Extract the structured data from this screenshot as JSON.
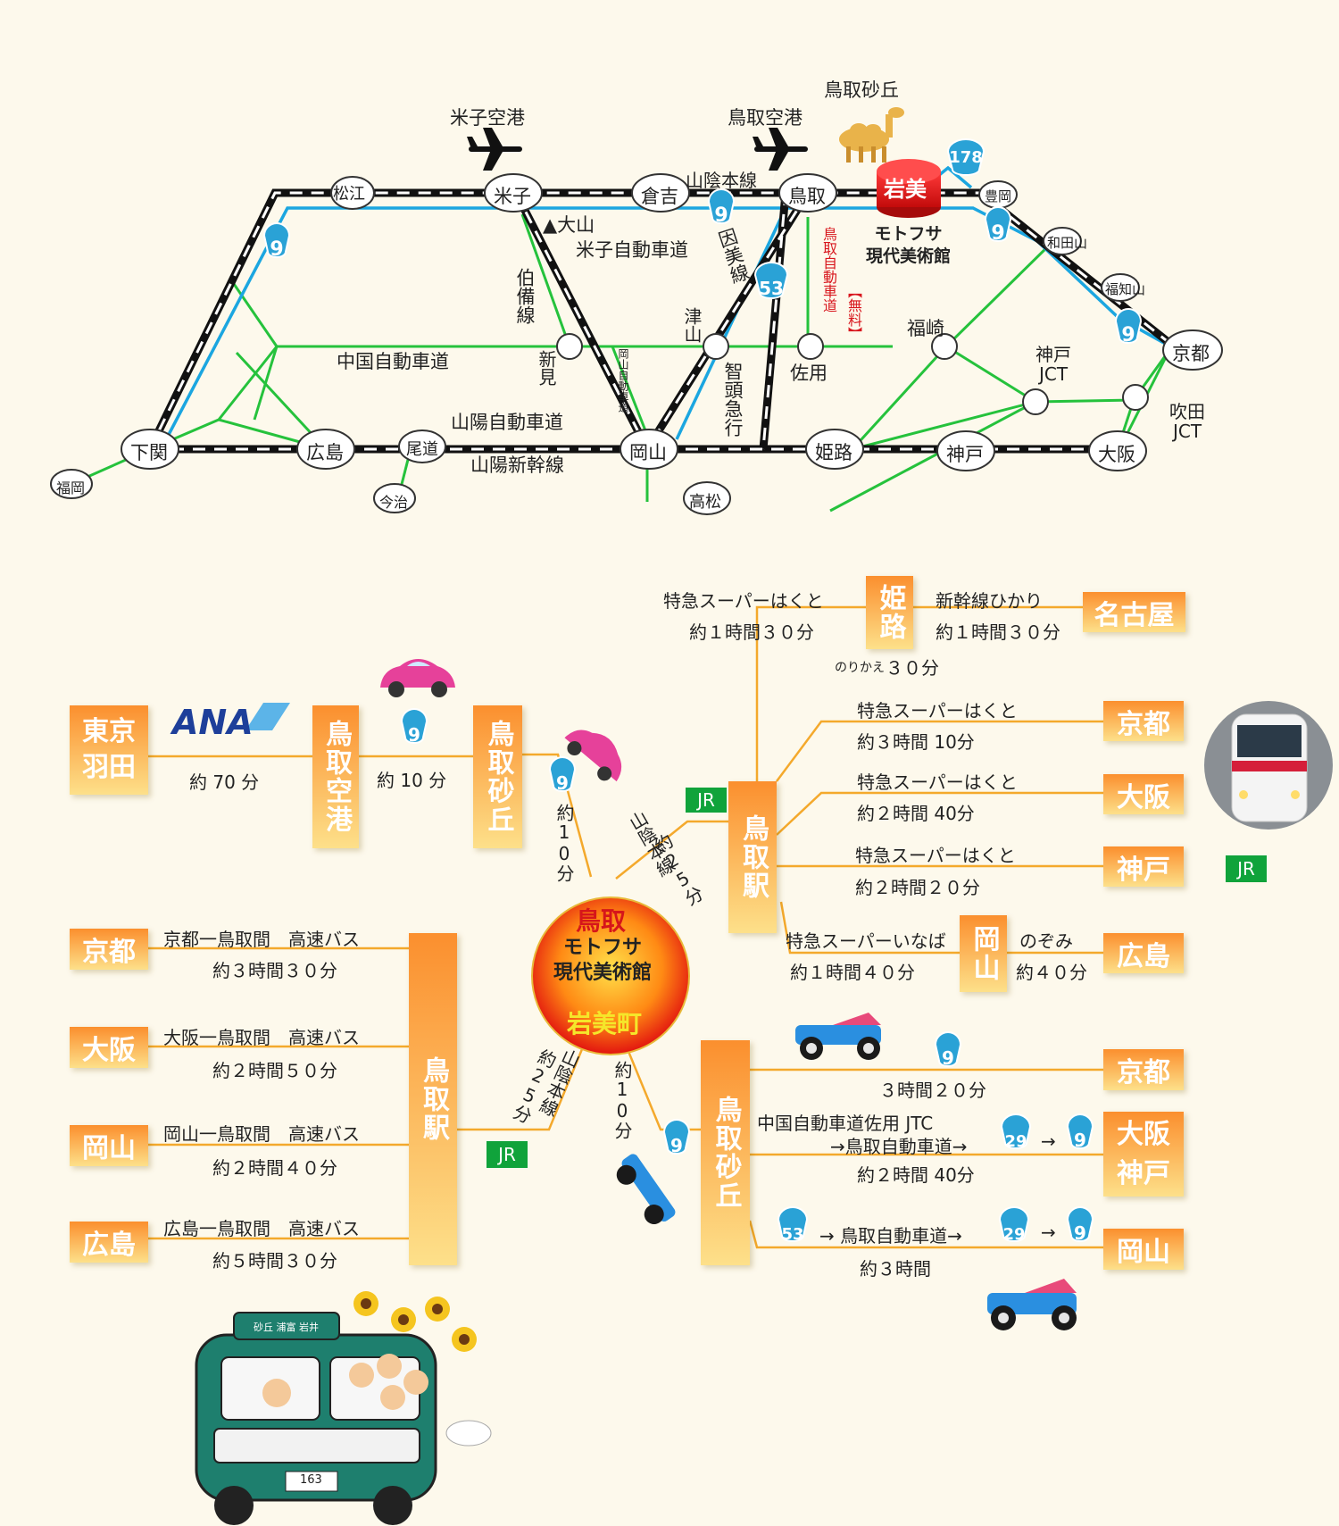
{
  "cities": {
    "matsue": "松江",
    "yonago": "米子",
    "kurayoshi": "倉吉",
    "tottori": "鳥取",
    "toyooka": "豊岡",
    "wadayama": "和田山",
    "fukuchiyama": "福知山",
    "kyoto": "京都",
    "shimonoseki": "下関",
    "hiroshima": "広島",
    "onomichi": "尾道",
    "okayama": "岡山",
    "himeji": "姫路",
    "kobe": "神戸",
    "osaka": "大阪",
    "fukuoka": "福岡",
    "imabari": "今治",
    "takamatsu": "高松",
    "niimi": "新見",
    "tsuyama": "津山",
    "sayo": "佐用",
    "fukusaki": "福崎",
    "kobe_jct": "神戸\nJCT",
    "suita_jct": "吹田\nJCT"
  },
  "places": {
    "yonago_airport": "米子空港",
    "tottori_airport": "鳥取空港",
    "sand_dunes": "鳥取砂丘",
    "daisen": "▲大山",
    "iwami_badge": "岩美",
    "museum": "モトフサ\n現代美術館"
  },
  "lines": {
    "sanin": "山陰本線",
    "yonago_exp": "米子自動車道",
    "chugoku_exp": "中国自動車道",
    "sanyo_exp": "山陽自動車道",
    "sanyo_shinkansen": "山陽新幹線",
    "hakubi": "伯備線",
    "inbi": "因美線",
    "chizu": "智頭急行",
    "tottori_exp": "鳥取自動車道",
    "free": "【無料】",
    "okayama_exp": "岡山自動車道"
  },
  "routes": [
    {
      "num": "9",
      "tag": "route-9"
    },
    {
      "num": "178",
      "tag": "route-178"
    },
    {
      "num": "53",
      "tag": "route-53"
    },
    {
      "num": "29",
      "tag": "route-29"
    }
  ],
  "access": {
    "tokyo_haneda": "東京\n羽田",
    "ana": "ANA",
    "min70": "約 70 分",
    "tottori_airport": "鳥取空港",
    "min10": "約 10 分",
    "sand_dunes": "鳥取砂丘",
    "about10": "約10分",
    "sanin_line": "山陰本線",
    "about25": "約25分",
    "center_top": "鳥取",
    "center_mid": "モトフサ\n現代美術館",
    "center_bottom": "岩美町",
    "jr": "JR",
    "tottori_station": "鳥取駅",
    "himeji": "姫路",
    "super_hakuto": "特急スーパーはくと",
    "t130": "約１時間３０分",
    "hikari": "新幹線ひかり",
    "t130b": "約１時間３０分",
    "nagoya": "名古屋",
    "transfer_small": "のりかえ",
    "transfer_time": "３０分",
    "super_hakuto2": "特急スーパーはくと",
    "t310": "約３時間 10分",
    "kyoto": "京都",
    "super_hakuto3": "特急スーパーはくと",
    "t240": "約２時間 40分",
    "osaka": "大阪",
    "super_hakuto4": "特急スーパーはくと",
    "t220": "約２時間２０分",
    "kobe": "神戸",
    "super_inaba": "特急スーパーいなば",
    "t140": "約１時間４０分",
    "okayama_mid": "岡山",
    "nozomi": "のぞみ",
    "t40": "約４０分",
    "hiroshima": "広島",
    "bus_kyoto_label": "京都一鳥取間　高速バス",
    "bus_kyoto_time": "約３時間３０分",
    "bus_kyoto_city": "京都",
    "bus_osaka_label": "大阪一鳥取間　高速バス",
    "bus_osaka_time": "約２時間５０分",
    "bus_osaka_city": "大阪",
    "bus_okayama_label": "岡山一鳥取間　高速バス",
    "bus_okayama_time": "約２時間４０分",
    "bus_okayama_city": "岡山",
    "bus_hiroshima_label": "広島一鳥取間　高速バス",
    "bus_hiroshima_time": "約５時間３０分",
    "bus_hiroshima_city": "広島",
    "bus_station": "鳥取駅",
    "sanin_line2": "山陰本線",
    "about25b": "約25分",
    "jr2": "JR",
    "about10b": "約10分",
    "dunes2": "鳥取砂丘",
    "car_kyoto_time": "３時間２０分",
    "car_kyoto": "京都",
    "car_osaka_l1": "中国自動車道佐用 JTC",
    "car_osaka_l2": "→鳥取自動車道→",
    "car_arrow": "→",
    "car_osaka_time": "約２時間 40分",
    "car_osaka": "大阪\n神戸",
    "car_okayama_l1": "→ 鳥取自動車道→",
    "car_arrow2": "→",
    "car_okayama_time": "約３時間",
    "car_okayama": "岡山",
    "jr_right": "JR",
    "bus_sign": "砂丘 浦富 岩井",
    "bus_plate": "163"
  },
  "colors": {
    "rail": "#111111",
    "blue": "#1ba6e0",
    "green": "#25c23c",
    "orange": "#f4a92c",
    "badge": "#2aa2d6",
    "red": "#e8121a"
  }
}
